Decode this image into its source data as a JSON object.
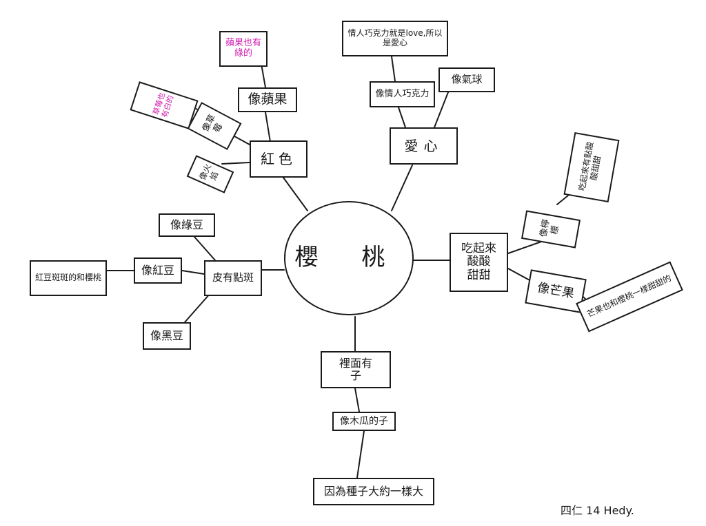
{
  "colors": {
    "ink": "#1a1a1a",
    "pink": "#d11fb0"
  },
  "signature": "四仁 14 Hedy.",
  "nodes": {
    "center": "櫻 桃",
    "red": "紅色",
    "apple": "像蘋果",
    "apple_note": "蘋果也有綠的",
    "strawberry": "像草莓",
    "strawberry_note": "草莓也有白的",
    "fire": "像火焰",
    "heart": "愛心",
    "love_heart": "像情人巧克力",
    "love_note": "情人巧克力就是love,所以是愛心",
    "balloon": "像氣球",
    "taste": "吃起來\n酸酸\n甜甜",
    "lemon": "像檸檬",
    "lemon_note": "吃起來有點酸酸甜甜",
    "mango": "像芒果",
    "mango_note": "芒果也和櫻桃一樣甜甜的",
    "inside": "裡面有\n子",
    "papaya": "像木瓜的子",
    "papaya_note": "因為種子大約一樣大",
    "spots": "皮有點斑",
    "mung": "像綠豆",
    "redbean": "像紅豆",
    "redbean_note": "紅豆斑斑的和櫻桃",
    "blackbean": "像黑豆"
  }
}
